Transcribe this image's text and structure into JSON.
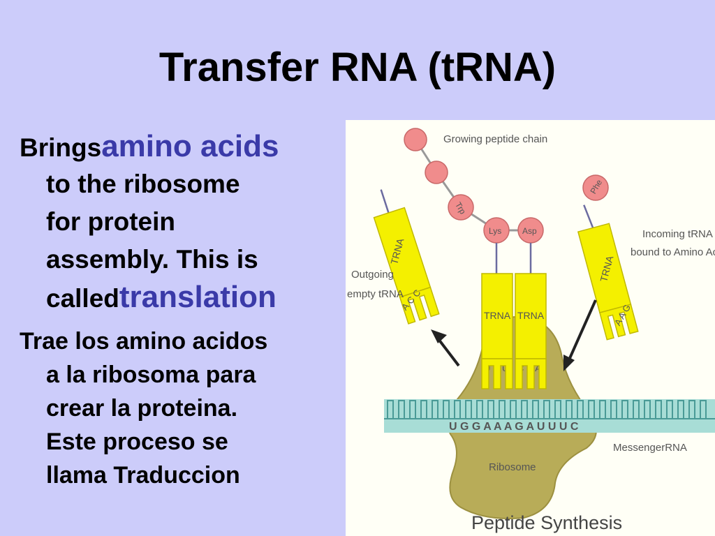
{
  "slide": {
    "title": "Transfer RNA (tRNA)",
    "english": {
      "brings": "Brings",
      "amino_acids": "amino acids",
      "line2": "to the ribosome",
      "line3": "for protein",
      "line4": "assembly.  This is",
      "called": "called",
      "translation": "translation"
    },
    "spanish": {
      "line1": "Trae los amino acidos",
      "line2": "a la ribosoma para",
      "line3": "crear la proteina.",
      "line4": "Este proceso se",
      "line5": "llama Traduccion"
    }
  },
  "figure": {
    "caption": "Peptide Synthesis",
    "growing_chain_label": "Growing peptide chain",
    "incoming_label_1": "Incoming  tRNA",
    "incoming_label_2": "bound to Amino Acid",
    "outgoing_label_1": "Outgoing",
    "outgoing_label_2": "empty tRNA",
    "mrna_label": "MessengerRNA",
    "ribosome_label": "Ribosome",
    "mrna_sequence": "U G G A A A G A U U U C",
    "amino_acids": {
      "trp": "Trp",
      "lys": "Lys",
      "asp": "Asp",
      "phe": "Phe"
    },
    "trna_label": "TRNA",
    "anticodons": {
      "outgoing": "A C C",
      "middle_left": "U U U",
      "middle_right": "C U A",
      "incoming": "A A G"
    },
    "colors": {
      "trna": "#f4f000",
      "amino": "#f08c8c",
      "ribosome": "#b8ac58",
      "mrna": "#a8ddd6"
    }
  }
}
